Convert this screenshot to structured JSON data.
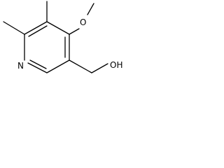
{
  "molecule": {
    "atoms": {
      "ring_nitrogen": "N",
      "methoxy_oxygen": "O",
      "hydroxyl": "OH"
    },
    "colors": {
      "bond": "#000000",
      "label": "#000000",
      "background": "#ffffff"
    }
  }
}
